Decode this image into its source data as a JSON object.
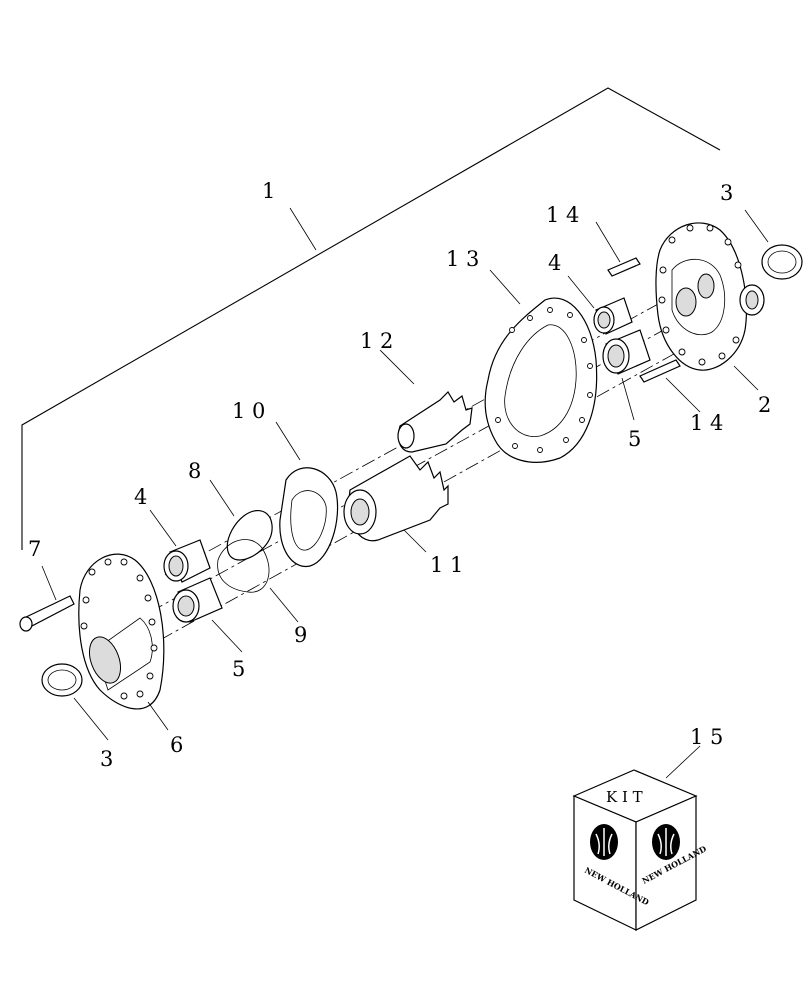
{
  "callouts": {
    "c1": "1",
    "c2": "2",
    "c3a": "3",
    "c3b": "3",
    "c4a": "4",
    "c4b": "4",
    "c5a": "5",
    "c5b": "5",
    "c6": "6",
    "c7": "7",
    "c8": "8",
    "c9": "9",
    "c10": "1 0",
    "c11": "1 1",
    "c12": "1 2",
    "c13": "1 3",
    "c14a": "1 4",
    "c14b": "1 4",
    "c15": "1 5"
  },
  "kit_box": {
    "label": "K I T",
    "logo_left": "NEW HOLLAND",
    "logo_right": "NEW HOLLAND"
  }
}
